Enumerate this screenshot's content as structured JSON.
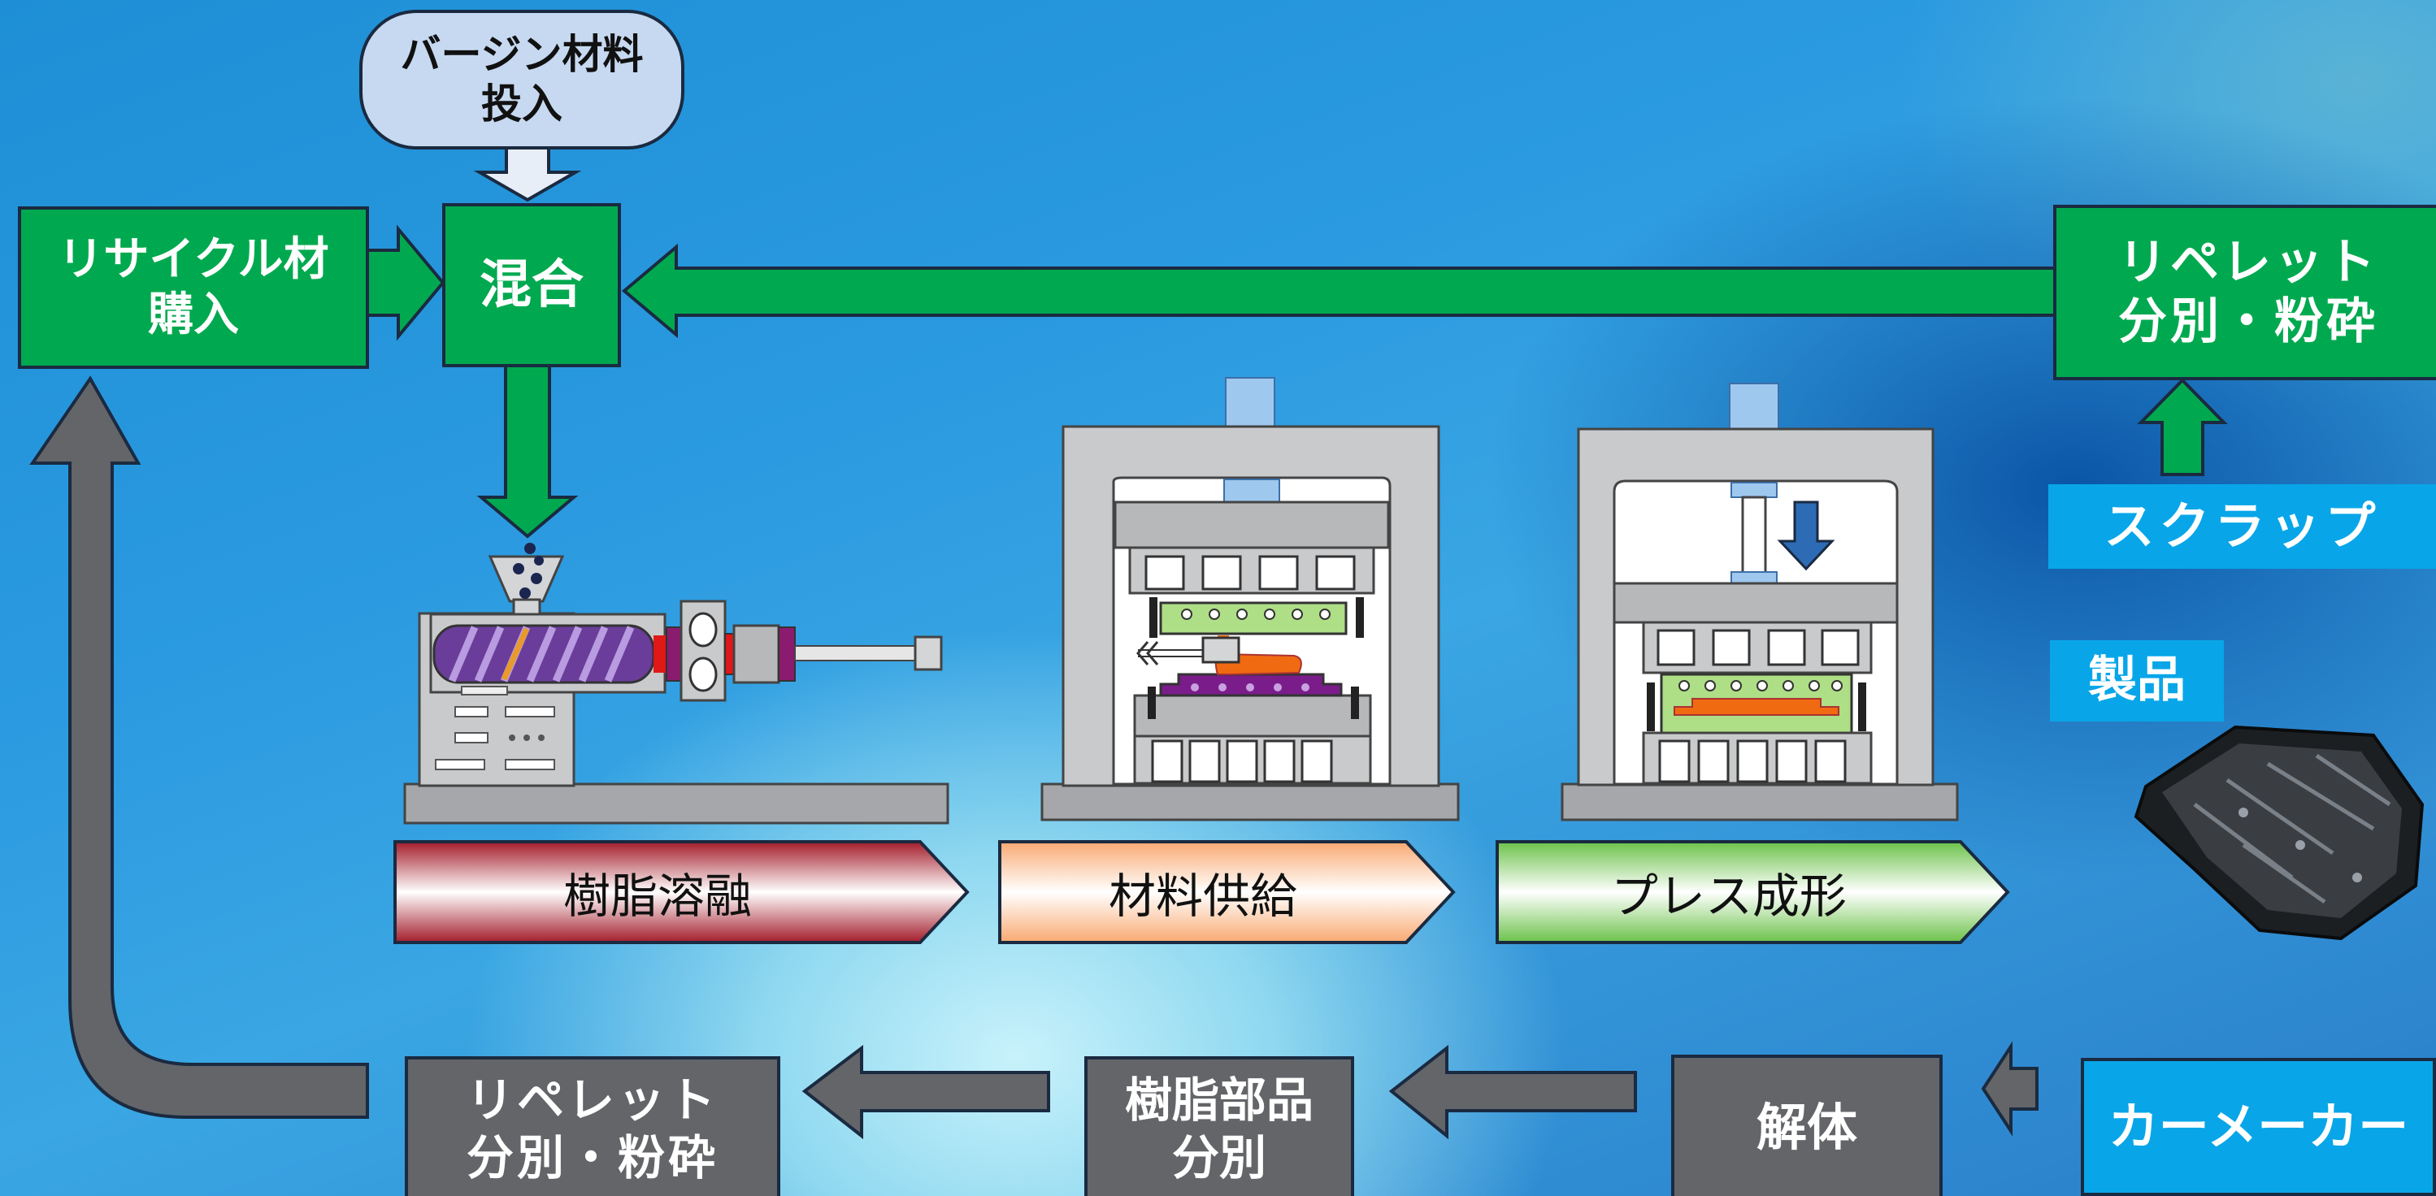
{
  "labels": {
    "virgin": "バージン材料\n投入",
    "recycle_buy": "リサイクル材\n購入",
    "mix": "混合",
    "repellet_top": "リペレット\n分別・粉砕",
    "scrap": "スクラップ",
    "product": "製品",
    "repellet_bottom": "リペレット\n分別・粉砕",
    "resin_sort": "樹脂部品\n分別",
    "dismantle": "解体",
    "carmaker": "カーメーカー"
  },
  "process": {
    "step1": "樹脂溶融",
    "step2": "材料供給",
    "step3": "プレス成形"
  },
  "colors": {
    "flow_green": "#00a94f",
    "flow_gray": "#636569",
    "label_cyan": "#08a6e8",
    "step1_edge": "#a31c2a",
    "step2_edge": "#f9a972",
    "step3_edge": "#6cc24a"
  },
  "icons": [
    "extruder-machine",
    "feed-press-machine",
    "forming-press-machine",
    "car-part-product"
  ]
}
